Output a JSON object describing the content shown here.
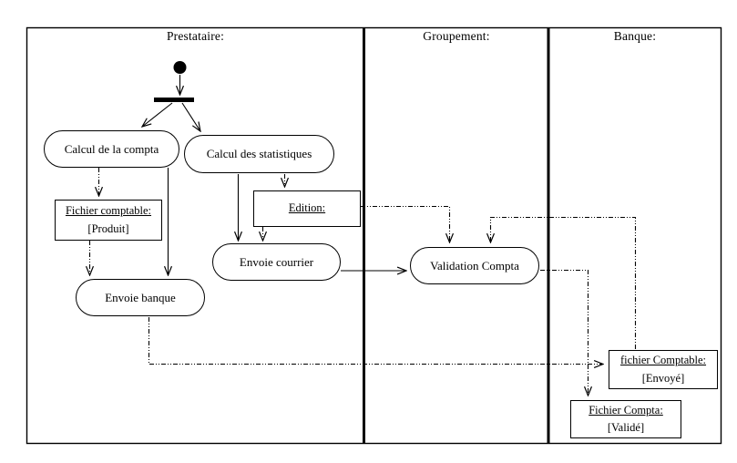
{
  "diagram": {
    "type": "uml-activity-swimlane-diagram",
    "colors": {
      "line": "#000000",
      "background": "#ffffff"
    },
    "lanes": {
      "prestataire": {
        "label": "Prestataire:"
      },
      "groupement": {
        "label": "Groupement:"
      },
      "banque": {
        "label": "Banque:"
      }
    },
    "nodes": {
      "calcul_compta": {
        "label": "Calcul de la compta"
      },
      "calcul_statistiques": {
        "label": "Calcul des statistiques"
      },
      "envoie_courrier": {
        "label": "Envoie courrier"
      },
      "envoie_banque": {
        "label": "Envoie banque"
      },
      "validation_compta": {
        "label": "Validation Compta"
      },
      "fichier_comptable_produit": {
        "title": "Fichier comptable:",
        "state": "[Produit]"
      },
      "edition": {
        "title": "Edition:"
      },
      "fichier_comptable_envoye": {
        "title": "fichier Comptable:",
        "state": "[Envoyé]"
      },
      "fichier_compta_valide": {
        "title": "Fichier Compta:",
        "state": "[Validé]"
      }
    }
  }
}
